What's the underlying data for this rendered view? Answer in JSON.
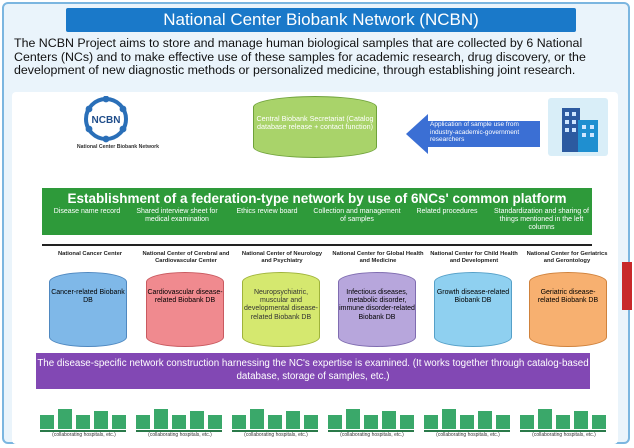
{
  "title": "National Center Biobank Network (NCBN)",
  "intro": "The NCBN Project aims to store and manage human biological samples that are collected by 6 National Centers (NCs) and to make effective use of these samples for academic research, drug discovery, or the development of new diagnostic methods or personalized medicine, through establishing joint research.",
  "logo": {
    "mark": "NCBN",
    "caption": "National Center Biobank Network"
  },
  "secretariat": "Central Biobank Secretariat (Catalog database release + contact function)",
  "arrow_text": "Application of sample use from industry-academic-government researchers",
  "band": {
    "title": "Establishment of a federation-type network by use of 6NCs' common platform",
    "topics": [
      "Disease name record",
      "Shared interview sheet for medical examination",
      "Ethics review board",
      "Collection and management of samples",
      "Related procedures",
      "Standardization and sharing of things mentioned in the left columns"
    ]
  },
  "centers": [
    "National Cancer Center",
    "National Center of Cerebral and Cardiovascular Center",
    "National Center of Neurology and Psychiatry",
    "National Center for Global Health and Medicine",
    "National Center for Child Health and Development",
    "National Center for Geriatrics and Gerontology"
  ],
  "databases": [
    "Cancer-related Biobank DB",
    "Cardiovascular disease-related Biobank DB",
    "Neuropsychiatric, muscular and developmental disease-related Biobank DB",
    "Infectious diseases, metabolic disorder, immune disorder-related Biobank DB",
    "Growth disease-related Biobank DB",
    "Geriatric disease-related Biobank DB"
  ],
  "network_text": "The disease-specific network construction harnessing the NC's expertise is examined. (It works together through catalog-based database, storage of samples, etc.)",
  "hospital_label": "(collaborating hospitals, etc.)",
  "colors": {
    "title_bar": "#1a79c9",
    "band": "#2e9a3a",
    "purple": "#8248b4",
    "db": [
      "#7fb8e8",
      "#f08a8f",
      "#d5e86f",
      "#b7a6dc",
      "#8fd0f0",
      "#f7b070"
    ]
  }
}
